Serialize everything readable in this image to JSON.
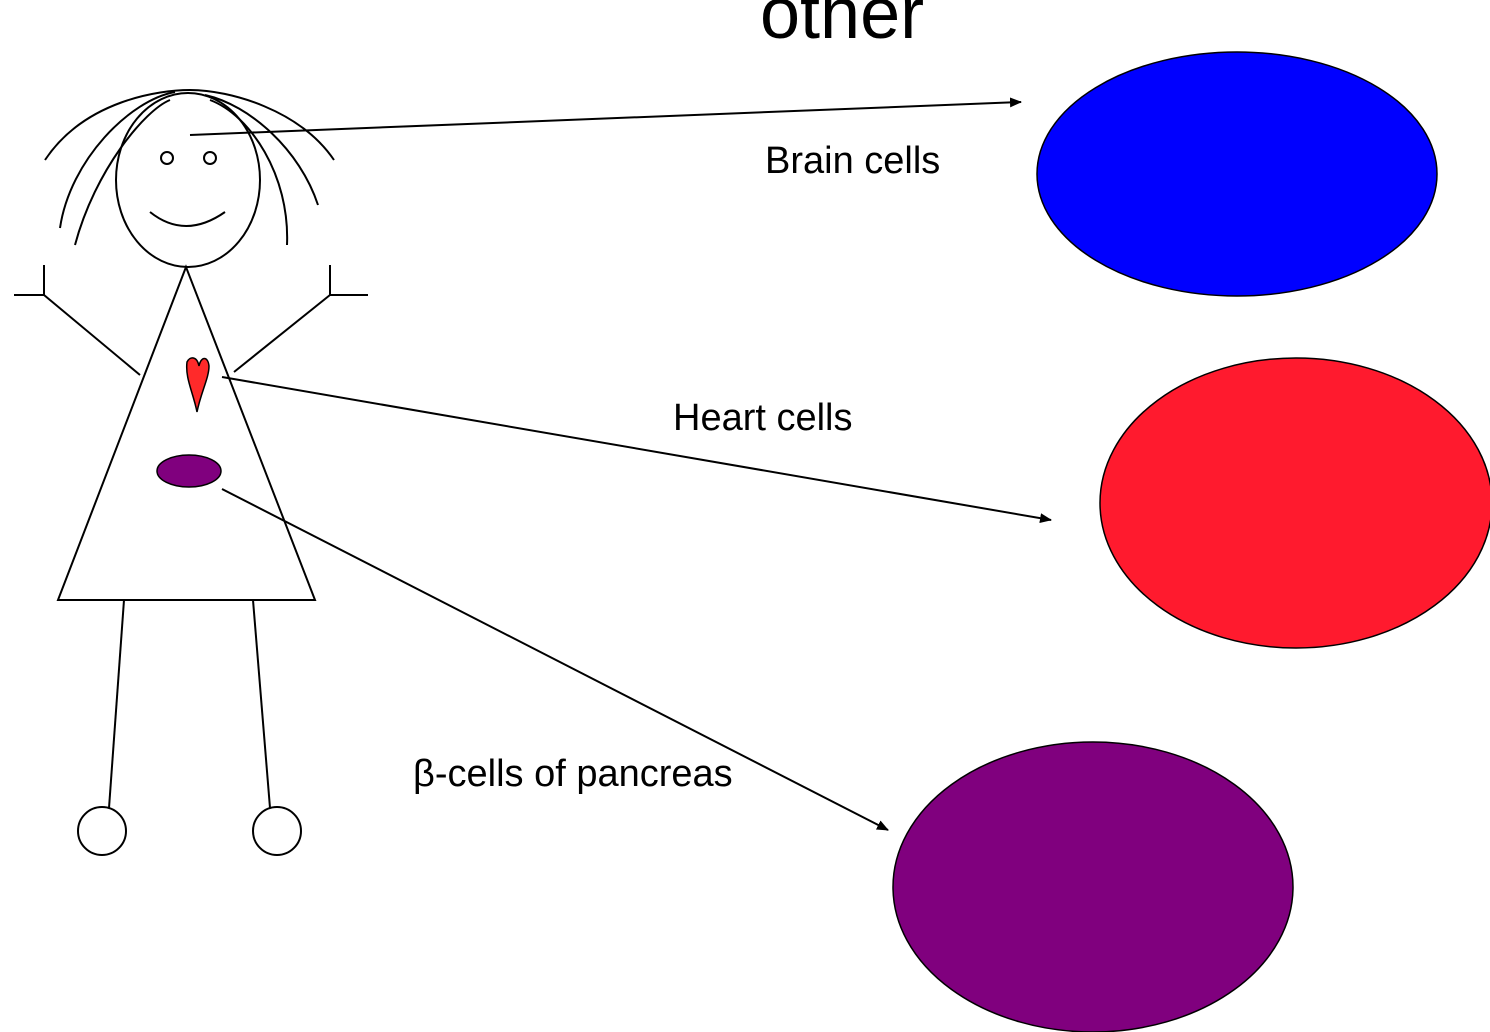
{
  "title": "other",
  "labels": {
    "brain": "Brain cells",
    "heart": "Heart cells",
    "pancreas": "β-cells of pancreas"
  },
  "colors": {
    "brain_cell": "#0000FF",
    "heart_cell": "#FF1A2E",
    "pancreas_cell": "#80007E",
    "heart_organ": "#FF2A2A",
    "pancreas_organ": "#80007E"
  },
  "icons": [
    "girl-figure-icon",
    "heart-icon",
    "pancreas-icon"
  ]
}
